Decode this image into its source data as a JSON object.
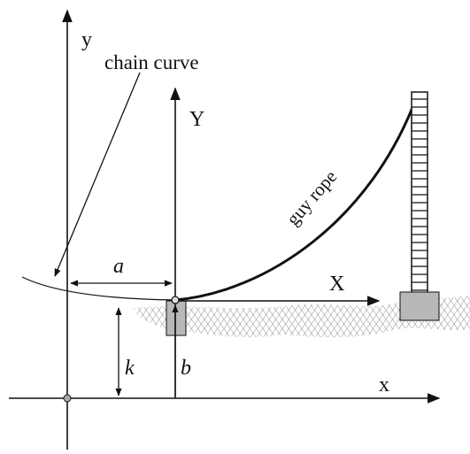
{
  "labels": {
    "y_axis": "y",
    "x_axis": "x",
    "Y_axis": "Y",
    "X_axis": "X",
    "chain_curve": "chain curve",
    "guy_rope": "guy rope",
    "a": "a",
    "b": "b",
    "k": "k"
  },
  "colors": {
    "ink": "#111111",
    "hatch": "#555555",
    "block_fill": "#b8b8b8",
    "ladder_fill": "#ffffff"
  }
}
